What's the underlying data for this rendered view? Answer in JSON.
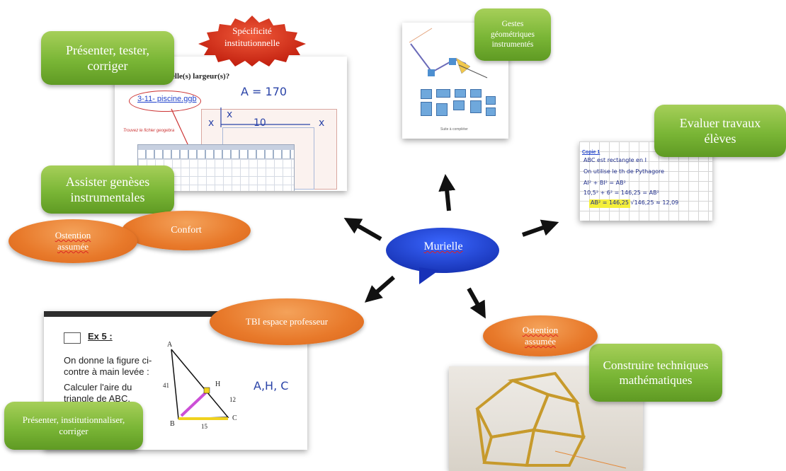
{
  "center": {
    "label": "Murielle",
    "color": "#1e3fd0"
  },
  "labels": {
    "presenter_tester": "Présenter, tester, corriger",
    "specificite": "Spécificité institutionnelle",
    "gestes": "Gestes géométriques instrumentés",
    "evaluer": "Evaluer travaux élèves",
    "assister": "Assister genèses instrumentales",
    "ostention1": "Ostention assumée",
    "confort": "Confort",
    "tbi": "TBI espace professeur",
    "ostention2": "Ostention assumée",
    "construire": "Construire techniques mathématiques",
    "presenter_inst": "Présenter, institutionnaliser, corriger"
  },
  "doc_topleft": {
    "question": "ai, de quelle(s) largeur(s)?",
    "link": "3-11- piscine.ggb",
    "hand_area": "A = 170",
    "hand_x1": "x",
    "hand_x2": "x",
    "hand_10": "10",
    "hand_x3": "x",
    "red_note": "Trouvez le fichier geogebra"
  },
  "doc_ex": {
    "title": "Ex 5 :",
    "line1": "On donne la figure ci-",
    "line2": "contre à main levée :",
    "line3": "Calculer l'aire du",
    "line4": "triangle de ABC.",
    "vA": "A",
    "vB": "B",
    "vC": "C",
    "vH": "H",
    "s41": "41",
    "s12": "12",
    "s15": "15",
    "hand": "A,H, C"
  },
  "doc_eval": {
    "heading": "Copie 1",
    "l1": "ABC est rectangle en I",
    "l2": "On utilise le th de Pythagore",
    "l3": "AI² + BI² = AB²",
    "l4": "10,5² + 6² = 146,25 = AB²",
    "l5": "AB² = 146,25   √146,25 ≈ 12,09"
  },
  "doc_gestes": {
    "caption": "Suite à compléter"
  }
}
